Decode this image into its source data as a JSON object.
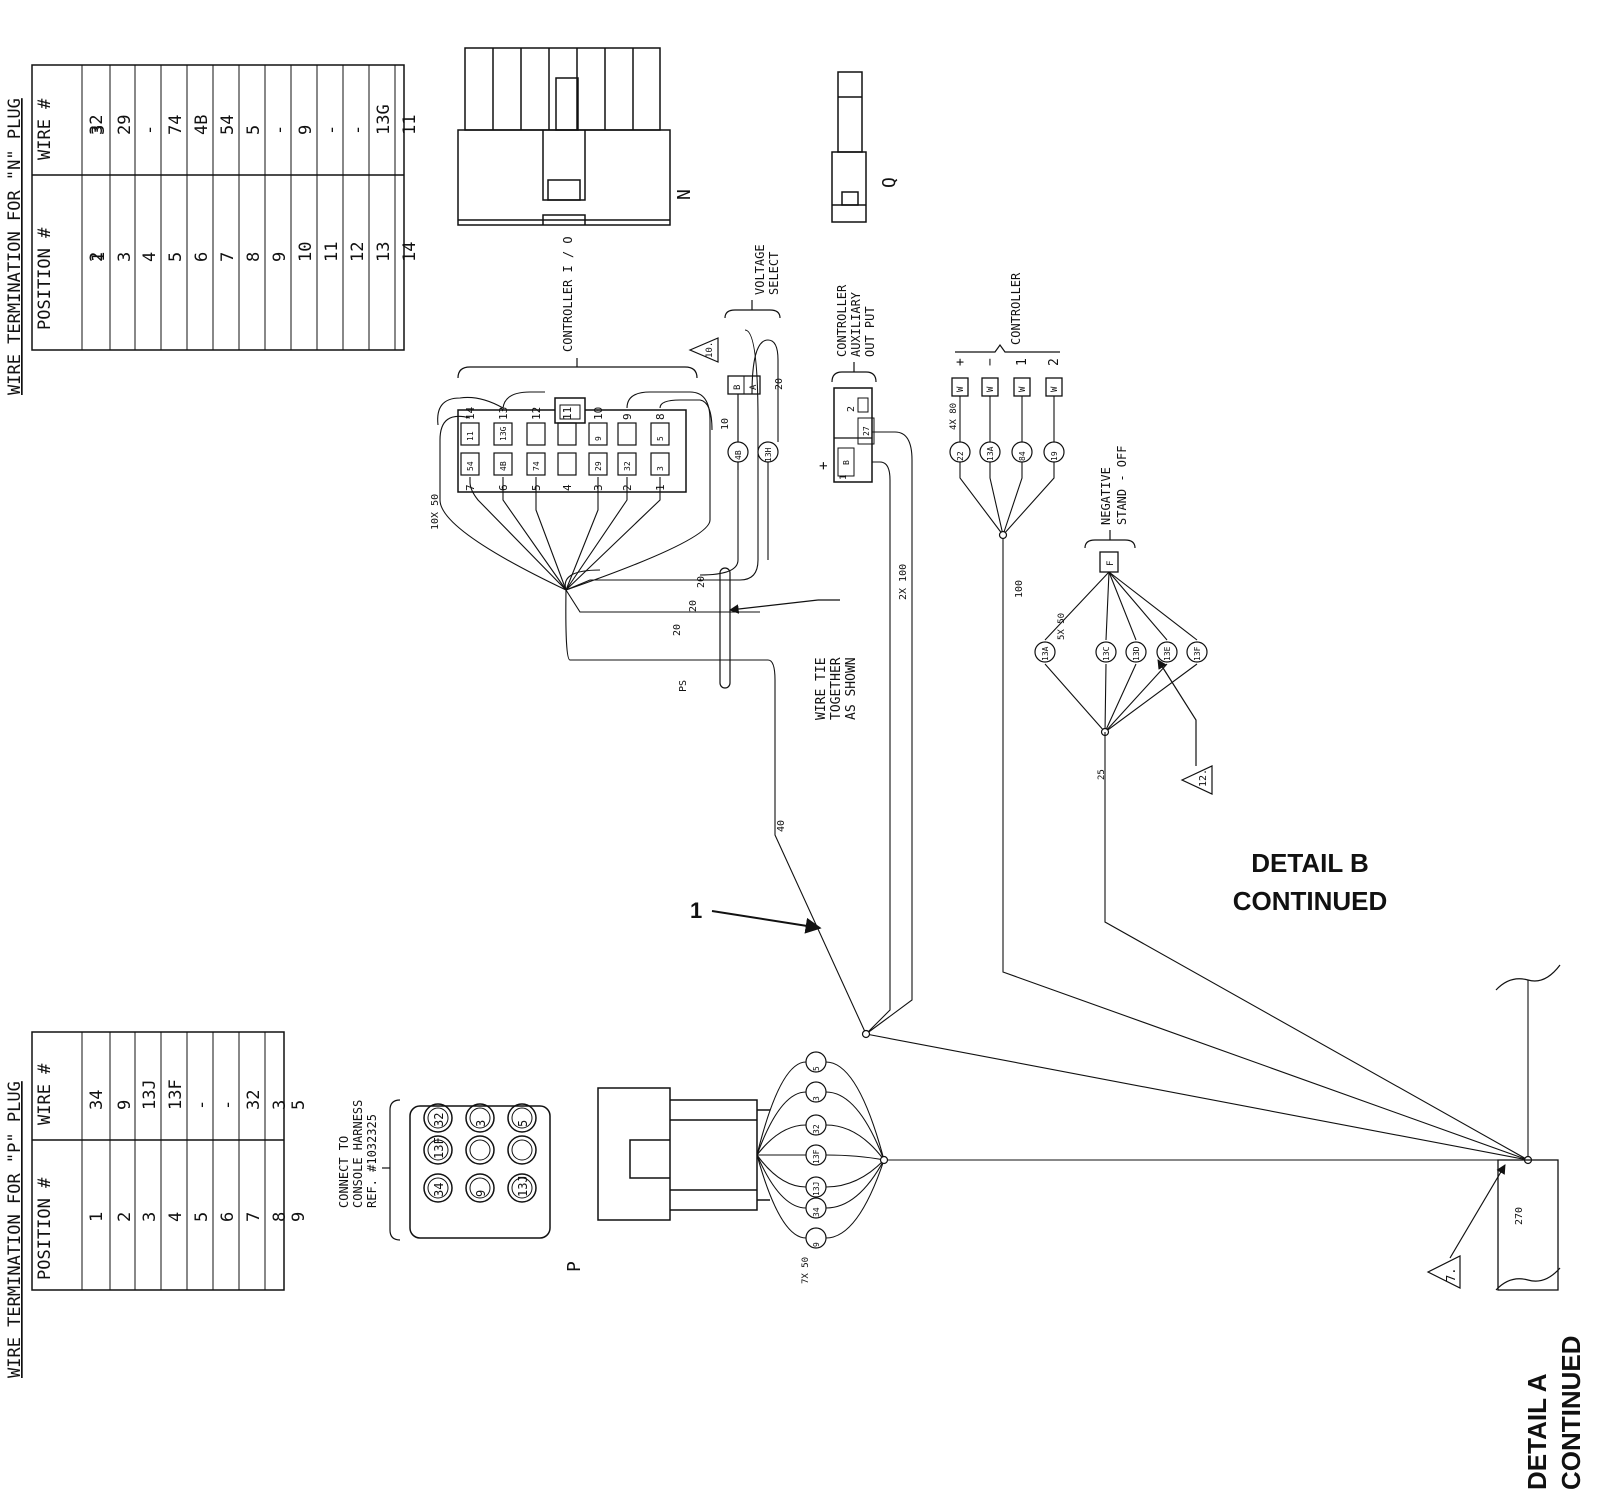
{
  "n_table": {
    "title": "WIRE TERMINATION FOR \"N\" PLUG",
    "header_position": "POSITION #",
    "header_wire": "WIRE #",
    "rows": [
      [
        "1",
        "3"
      ],
      [
        "2",
        "32"
      ],
      [
        "3",
        "29"
      ],
      [
        "4",
        "-"
      ],
      [
        "5",
        "74"
      ],
      [
        "6",
        "4B"
      ],
      [
        "7",
        "54"
      ],
      [
        "8",
        "5"
      ],
      [
        "9",
        "-"
      ],
      [
        "10",
        "9"
      ],
      [
        "11",
        "-"
      ],
      [
        "12",
        "-"
      ],
      [
        "13",
        "13G"
      ],
      [
        "14",
        "11"
      ]
    ]
  },
  "p_table": {
    "title": "WIRE TERMINATION FOR \"P\" PLUG",
    "header_position": "POSITION #",
    "header_wire": "WIRE #",
    "rows": [
      [
        "1",
        "34"
      ],
      [
        "2",
        "9"
      ],
      [
        "3",
        "13J"
      ],
      [
        "4",
        "13F"
      ],
      [
        "5",
        "-"
      ],
      [
        "6",
        "-"
      ],
      [
        "7",
        "32"
      ],
      [
        "8",
        "3"
      ],
      [
        "9",
        "5"
      ]
    ]
  },
  "connectors": {
    "n_letter": "N",
    "q_letter": "Q",
    "p_letter": "P",
    "io_label": "CONTROLLER I / O",
    "io_top_wires": [
      "11",
      "13G",
      "",
      "",
      "9",
      "",
      "5"
    ],
    "io_bottom_wires": [
      "54",
      "4B",
      "74",
      "",
      "29",
      "32",
      "3"
    ],
    "io_top_nums": [
      "14",
      "13",
      "12",
      "11",
      "10",
      "9",
      "8"
    ],
    "io_bottom_nums": [
      "7",
      "6",
      "5",
      "4",
      "3",
      "2",
      "1"
    ],
    "vs_label_1": "VOLTAGE",
    "vs_label_2": "SELECT",
    "vs_pins": [
      "B",
      "A"
    ],
    "vs_wires": [
      "4B",
      "13H"
    ],
    "aux_label_1": "CONTROLLER",
    "aux_label_2": "AUXILIARY",
    "aux_label_3": "OUT PUT",
    "aux_wires": [
      "B",
      "27"
    ],
    "aux_nums": [
      "1",
      "2"
    ],
    "aux_plus": "+",
    "ctrl_label": "CONTROLLER",
    "ctrl_signs": [
      "+",
      "−",
      "1",
      "2"
    ],
    "ctrl_pins": [
      "W",
      "W",
      "W",
      "W"
    ],
    "ctrl_wires": [
      "22",
      "13A",
      "84",
      "19"
    ],
    "neg_label_1": "NEGATIVE",
    "neg_label_2": "STAND - OFF",
    "neg_pin": "F",
    "neg_wires": [
      "13A",
      "13C",
      "13D",
      "13E",
      "13F"
    ],
    "console_label_1": "CONNECT TO",
    "console_label_2": "CONSOLE HARNESS",
    "console_label_3": "REF. #1032325",
    "console_pins": [
      [
        "32",
        "3",
        "5"
      ],
      [
        "13F",
        "",
        ""
      ],
      [
        "34",
        "9",
        "13J"
      ]
    ],
    "p_fan_wires": [
      "5",
      "3",
      "32",
      "13F",
      "13J",
      "34",
      "9"
    ]
  },
  "dimensions": {
    "d_10x50": "10X 50",
    "d_10": "10",
    "d_20a": "20",
    "d_20b": "20",
    "d_20c": "20",
    "d_20d": "20",
    "d_ps": "PS",
    "d_40": "40",
    "d_2x100": "2X 100",
    "d_4x80": "4X 80",
    "d_100": "100",
    "d_5x50": "5X 50",
    "d_25": "25",
    "d_7x50": "7X 50",
    "d_270": "270"
  },
  "notes": {
    "wire_tie_1": "WIRE TIE",
    "wire_tie_2": "TOGETHER",
    "wire_tie_3": "AS SHOWN",
    "callout_1": "1",
    "tri_10": "10.",
    "tri_12": "12.",
    "tri_7": "7.",
    "detail_b_1": "DETAIL B",
    "detail_b_2": "CONTINUED",
    "detail_a_1": "DETAIL A",
    "detail_a_2": "CONTINUED"
  }
}
